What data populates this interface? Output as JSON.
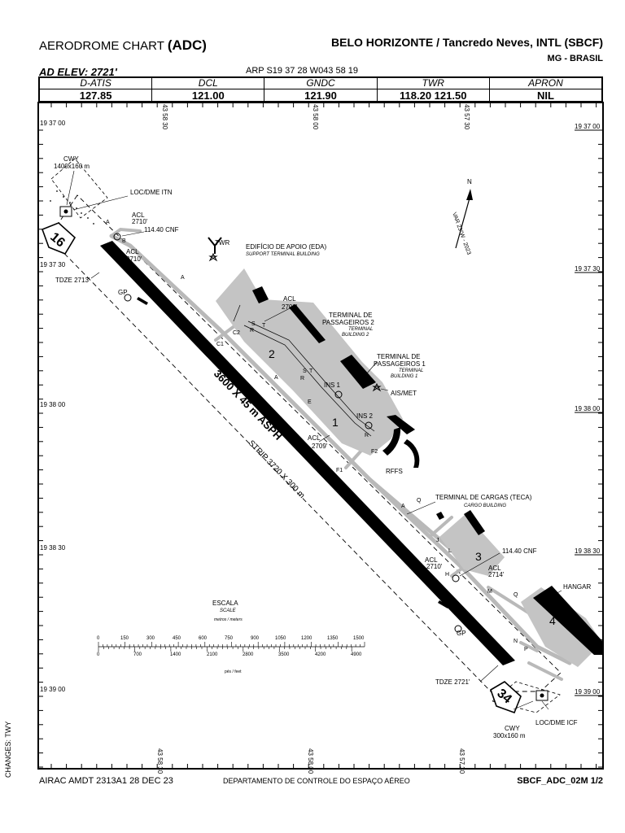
{
  "header": {
    "title_prefix": "AERODROME CHART",
    "title_code": "(ADC)",
    "airport": "BELO HORIZONTE / Tancredo Neves, INTL (SBCF)",
    "state": "MG - BRASIL",
    "elevation": "AD ELEV: 2721'",
    "arp": "ARP S19 37 28 W043 58 19"
  },
  "frequencies": [
    {
      "name": "D-ATIS",
      "value": "127.85"
    },
    {
      "name": "DCL",
      "value": "121.00"
    },
    {
      "name": "GNDC",
      "value": "121.90"
    },
    {
      "name": "TWR",
      "value": "118.20 121.50"
    },
    {
      "name": "APRON",
      "value": "NIL"
    }
  ],
  "latitude_labels": [
    "19 37 00",
    "19 37 30",
    "19 38 00",
    "19 38 30",
    "19 39 00"
  ],
  "longitude_labels": [
    "43 58 30",
    "43 58 00",
    "43 57 30"
  ],
  "runway": {
    "designator_north": "16",
    "designator_south": "34",
    "dimensions": "3600 X 45 m ASPH",
    "strip": "STRIP 3720 X 300 m",
    "tdze_north": "TDZE 2713'",
    "tdze_south": "TDZE 2721'"
  },
  "cwy_north": {
    "title": "CWY",
    "size": "1400x160 m"
  },
  "cwy_south": {
    "title": "CWY",
    "size": "300x160 m"
  },
  "navaids": {
    "loc_north": "LOC/DME ITN",
    "loc_south": "LOC/DME ICF",
    "gp": "GP",
    "freq_north": "114.40 CNF",
    "freq_south": "114.40 CNF"
  },
  "acl_labels": [
    "ACL",
    "2710'",
    "ACL",
    "2710'",
    "ACL",
    "2708'",
    "ACL",
    "2709'",
    "ACL",
    "2710'",
    "ACL",
    "2714'"
  ],
  "buildings": {
    "twr": "TWR",
    "eda": "EDIFÍCIO DE APOIO (EDA)",
    "eda_en": "SUPPORT TERMINAL BUILDING",
    "tps2_a": "TERMINAL DE",
    "tps2_b": "PASSAGEIROS 2",
    "tps2_en_a": "TERMINAL",
    "tps2_en_b": "BUILDING 2",
    "tps1_a": "TERMINAL DE",
    "tps1_b": "PASSAGEIROS 1",
    "tps1_en_a": "TERMINAL",
    "tps1_en_b": "BUILDING 1",
    "ais": "AIS/MET",
    "rffs": "RFFS",
    "teca": "TERMINAL DE CARGAS (TECA)",
    "teca_en": "CARGO BUILDING",
    "hangar": "HANGAR",
    "ins1": "INS 1",
    "ins2": "INS 2"
  },
  "apron_numbers": [
    "1",
    "2",
    "3",
    "4"
  ],
  "taxiway_labels": [
    "A",
    "B",
    "A",
    "C1",
    "C2",
    "S",
    "R",
    "T",
    "A",
    "S",
    "T",
    "R",
    "E",
    "R",
    "F2",
    "F1",
    "A",
    "Q",
    "J",
    "L",
    "H",
    "M",
    "Q",
    "N",
    "P"
  ],
  "north_arrow": {
    "label": "N",
    "variation": "VAR 23°W - 2023"
  },
  "scale": {
    "title": "ESCALA",
    "title_en": "SCALE",
    "units_top": "metros / meters",
    "units_bottom": "pés / feet",
    "meters": [
      "0",
      "150",
      "300",
      "450",
      "600",
      "750",
      "900",
      "1050",
      "1200",
      "1350",
      "1500"
    ],
    "feet": [
      "0",
      "700",
      "1400",
      "2100",
      "2800",
      "3500",
      "4200",
      "4900"
    ]
  },
  "footer": {
    "amdt": "AIRAC AMDT 2313A1   28 DEC 23",
    "dept": "DEPARTAMENTO DE CONTROLE DO ESPAÇO AÉREO",
    "chart_id": "SBCF_ADC_02M 1/2",
    "side_note": "CHANGES: TWY"
  }
}
